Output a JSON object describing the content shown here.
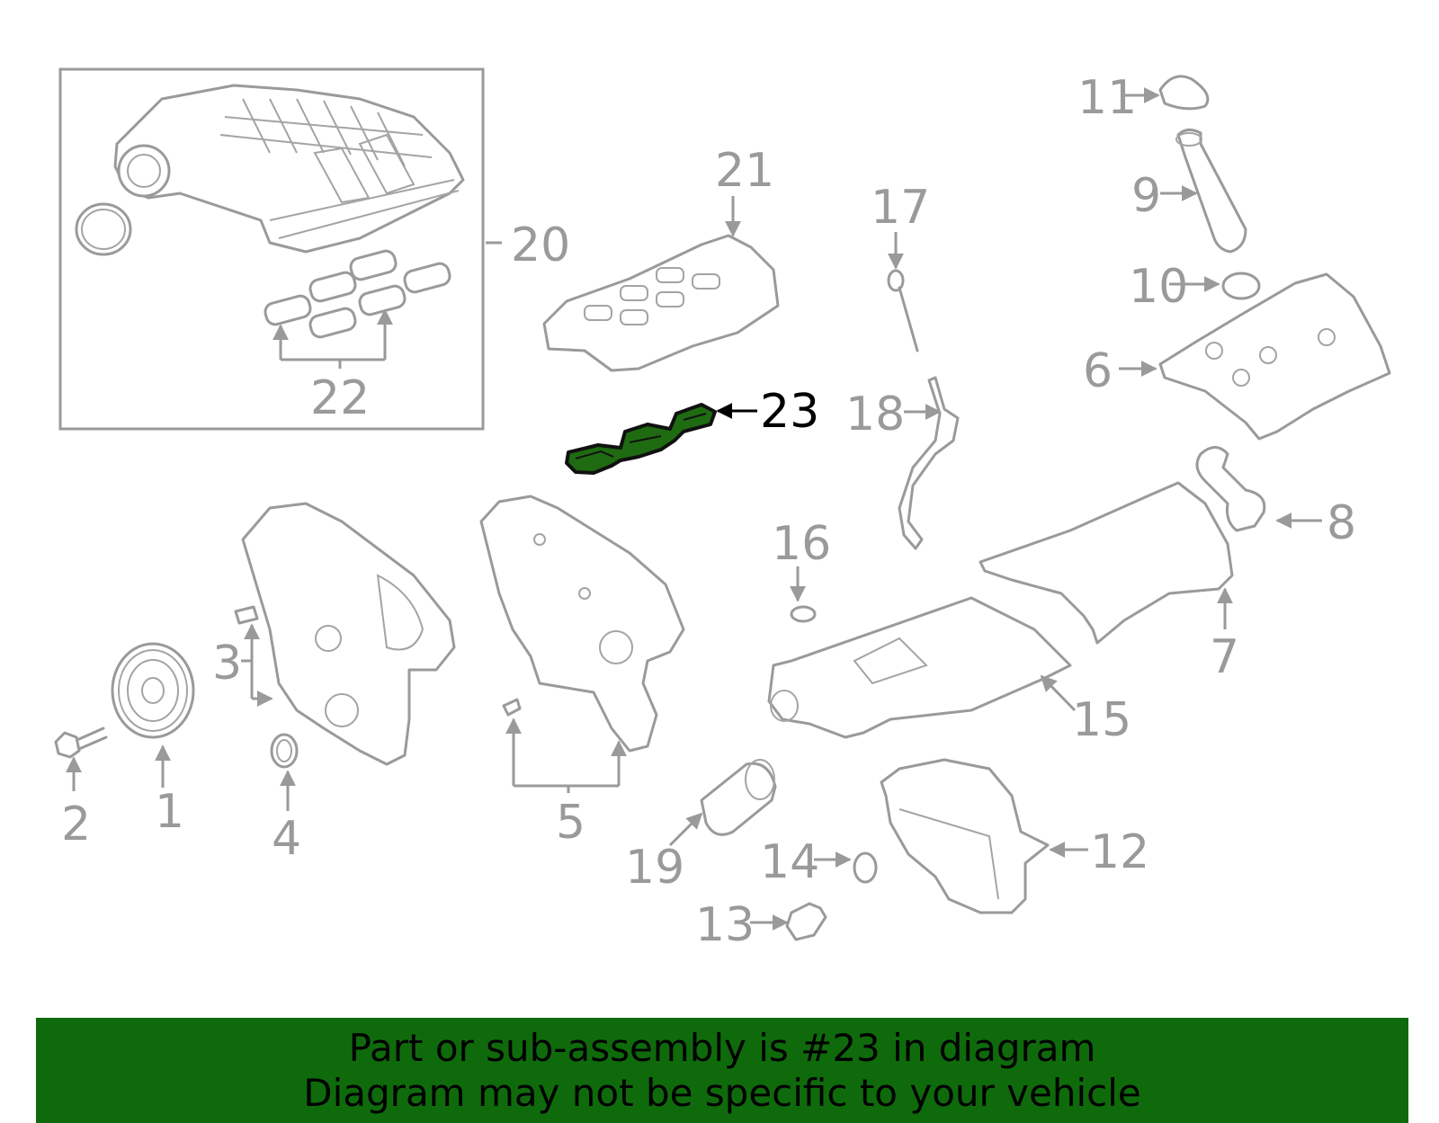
{
  "diagram": {
    "highlight_color": "#1f6b12",
    "line_color": "#9a9a9a",
    "callouts": {
      "c1": "1",
      "c2": "2",
      "c3": "3",
      "c4": "4",
      "c5": "5",
      "c6": "6",
      "c7": "7",
      "c8": "8",
      "c9": "9",
      "c10": "10",
      "c11": "11",
      "c12": "12",
      "c13": "13",
      "c14": "14",
      "c15": "15",
      "c16": "16",
      "c17": "17",
      "c18": "18",
      "c19": "19",
      "c20": "20",
      "c21": "21",
      "c22": "22",
      "c23": "23"
    },
    "highlighted_part": "23"
  },
  "footer": {
    "line1": "Part or sub-assembly is #23 in diagram",
    "line2": "Diagram may not be specific to your vehicle",
    "background": "#0f6a0c"
  }
}
